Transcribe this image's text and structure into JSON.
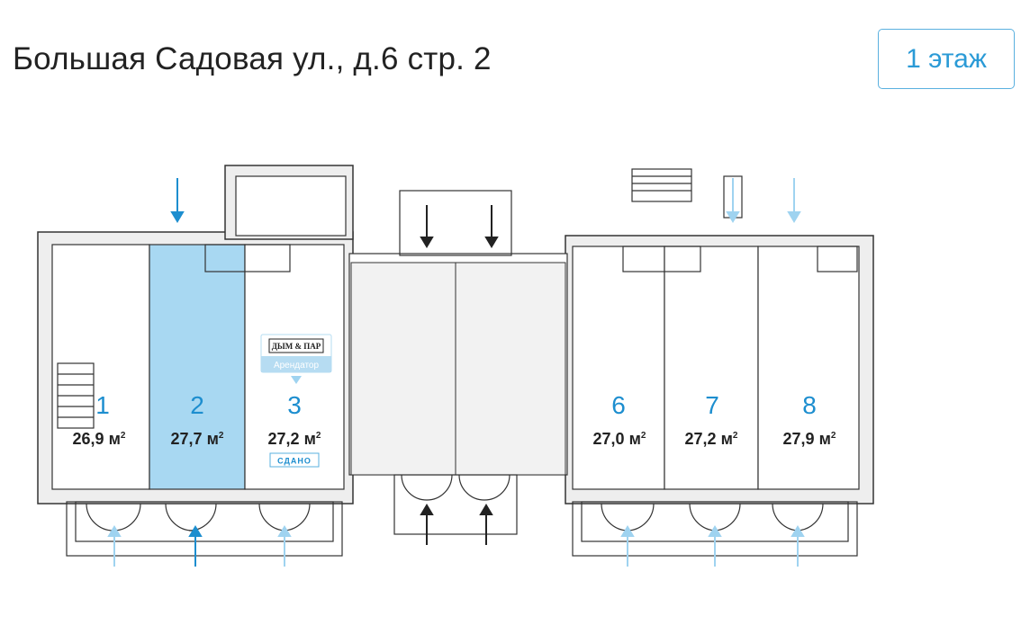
{
  "header": {
    "title": "Большая Садовая ул., д.6 стр. 2",
    "floor_button": "1 этаж"
  },
  "colors": {
    "accent": "#2a9ad6",
    "selected_unit": "#a8d8f2",
    "arrow_light": "#9fd3f0"
  },
  "units": [
    {
      "number": "1",
      "area": "26,9 м",
      "unit_sup": "2"
    },
    {
      "number": "2",
      "area": "27,7 м",
      "unit_sup": "2",
      "selected": true
    },
    {
      "number": "3",
      "area": "27,2 м",
      "unit_sup": "2",
      "tenant_logo": "ДЫМ & ПАР",
      "tenant_label": "Арендатор",
      "status": "СДАНО"
    },
    {
      "number": "6",
      "area": "27,0 м",
      "unit_sup": "2"
    },
    {
      "number": "7",
      "area": "27,2 м",
      "unit_sup": "2"
    },
    {
      "number": "8",
      "area": "27,9 м",
      "unit_sup": "2"
    }
  ]
}
